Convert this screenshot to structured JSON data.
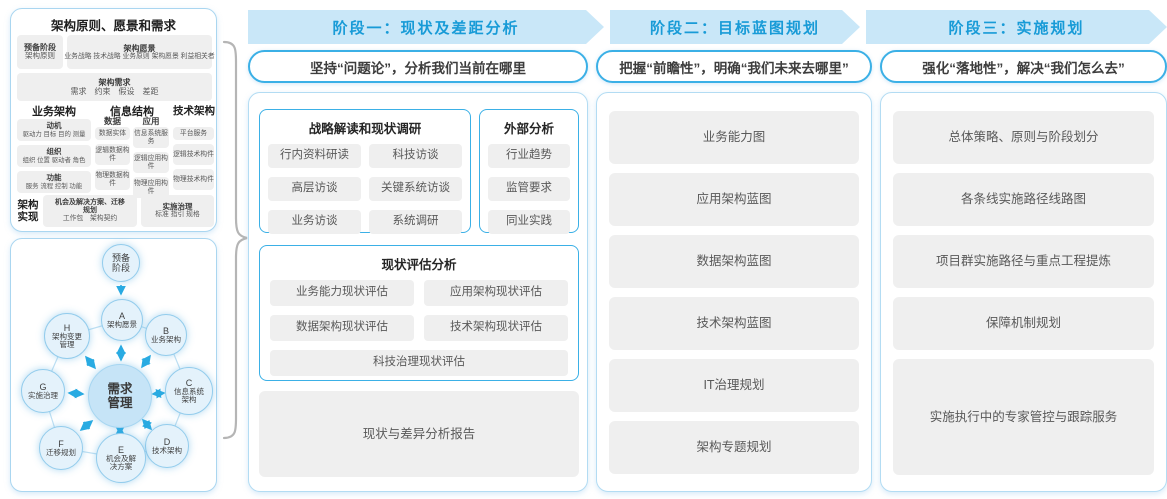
{
  "colors": {
    "accent": "#29abe2",
    "band_bg": "#c9e7f8",
    "band_text": "#189bd7",
    "box_gray": "#efefef",
    "text_gray": "#595959"
  },
  "left_panel": {
    "title": "架构原则、愿景和需求",
    "prep_stage": {
      "title": "预备阶段",
      "sub": "架构原则"
    },
    "vision": {
      "title": "架构愿景",
      "sub": "业务战略 技术战略 业务原则 架构愿景 利益相关者"
    },
    "requirements": {
      "title": "架构需求",
      "sub": "需求　约束　假设　差距"
    },
    "biz": {
      "title": "业务架构",
      "boxes": [
        {
          "t": "动机",
          "s": "驱动力 目标 目的 测量"
        },
        {
          "t": "组织",
          "s": "组织 位置 驱动者 角色"
        },
        {
          "t": "功能",
          "s": "服务 流程 控制 功能"
        }
      ]
    },
    "info": {
      "title": "信息结构",
      "data": {
        "title": "数据",
        "items": [
          "数据实体",
          "逻辑数据构件",
          "物理数据构件"
        ]
      },
      "app": {
        "title": "应用",
        "items": [
          "信息系统服务",
          "逻辑应用构件",
          "物理应用构件"
        ]
      }
    },
    "tech": {
      "title": "技术架构",
      "items": [
        "平台服务",
        "逻辑技术构件",
        "物理技术构件"
      ]
    },
    "impl": {
      "label": "架构实现",
      "opp": {
        "title": "机会及解决方案、迁移规划",
        "sub": "工作包　架构契约"
      },
      "gov": {
        "title": "实施治理",
        "sub": "标准 指引 规格"
      }
    }
  },
  "adm": {
    "prep": "预备阶段",
    "center": "需求管理",
    "nodes": [
      {
        "letter": "A",
        "name": "架构愿景"
      },
      {
        "letter": "B",
        "name": "业务架构"
      },
      {
        "letter": "C",
        "name": "信息系统架构"
      },
      {
        "letter": "D",
        "name": "技术架构"
      },
      {
        "letter": "E",
        "name": "机会及解决方案"
      },
      {
        "letter": "F",
        "name": "迁移规划"
      },
      {
        "letter": "G",
        "name": "实施治理"
      },
      {
        "letter": "H",
        "name": "架构变更管理"
      }
    ]
  },
  "phase1": {
    "header": "阶段一：现状及差距分析",
    "subtitle": "坚持“问题论”，分析我们当前在哪里",
    "survey": {
      "title": "战略解读和现状调研",
      "items": [
        "行内资料研读",
        "科技访谈",
        "高层访谈",
        "关键系统访谈",
        "业务访谈",
        "系统调研"
      ]
    },
    "external": {
      "title": "外部分析",
      "items": [
        "行业趋势",
        "监管要求",
        "同业实践"
      ]
    },
    "assessment": {
      "title": "现状评估分析",
      "items": [
        "业务能力现状评估",
        "应用架构现状评估",
        "数据架构现状评估",
        "技术架构现状评估",
        "科技治理现状评估"
      ]
    },
    "report": "现状与差异分析报告"
  },
  "phase2": {
    "header": "阶段二：目标蓝图规划",
    "subtitle": "把握“前瞻性”，明确“我们未来去哪里”",
    "items": [
      "业务能力图",
      "应用架构蓝图",
      "数据架构蓝图",
      "技术架构蓝图",
      "IT治理规划",
      "架构专题规划"
    ]
  },
  "phase3": {
    "header": "阶段三：实施规划",
    "subtitle": "强化“落地性”，解决“我们怎么去”",
    "items": [
      "总体策略、原则与阶段划分",
      "各条线实施路径线路图",
      "项目群实施路径与重点工程提炼",
      "保障机制规划",
      "实施执行中的专家管控与跟踪服务"
    ]
  }
}
